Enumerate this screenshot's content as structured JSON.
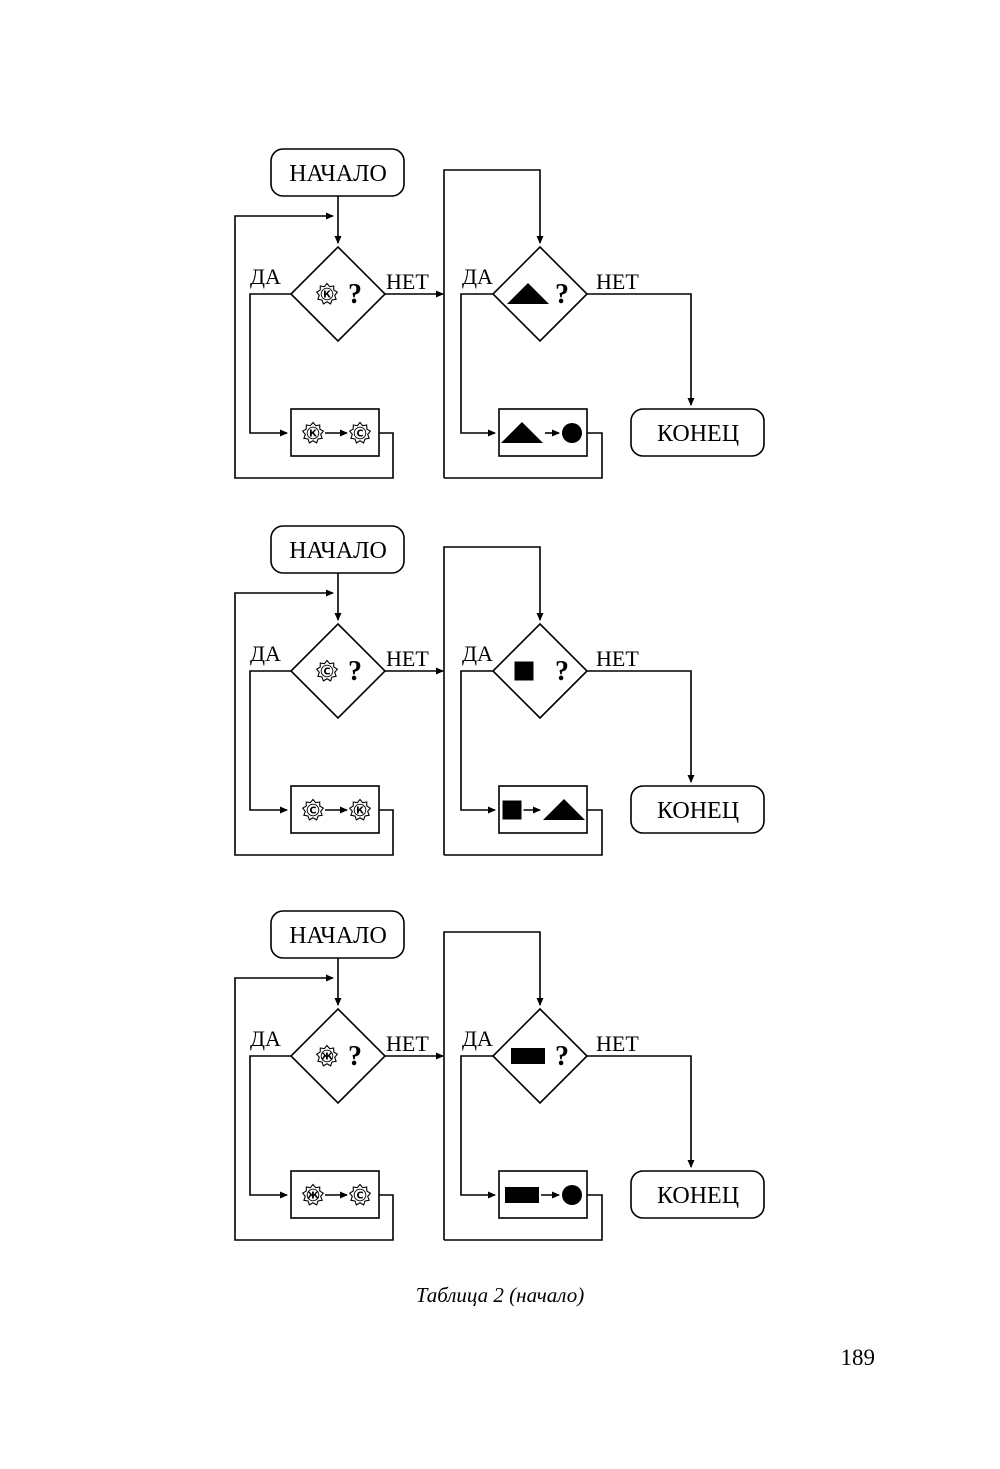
{
  "labels": {
    "start": "НАЧАЛО",
    "end": "КОНЕЦ",
    "yes": "ДА",
    "no": "НЕТ",
    "question": "?"
  },
  "flowcharts": [
    {
      "left_condition": {
        "shape": "star-badge",
        "letter": "К"
      },
      "left_action": {
        "from": {
          "shape": "star-badge",
          "letter": "К"
        },
        "to": {
          "shape": "star-badge",
          "letter": "С"
        }
      },
      "right_condition": {
        "shape": "triangle"
      },
      "right_action": {
        "from": {
          "shape": "triangle"
        },
        "to": {
          "shape": "circle"
        }
      }
    },
    {
      "left_condition": {
        "shape": "star-badge",
        "letter": "С"
      },
      "left_action": {
        "from": {
          "shape": "star-badge",
          "letter": "С"
        },
        "to": {
          "shape": "star-badge",
          "letter": "К"
        }
      },
      "right_condition": {
        "shape": "square"
      },
      "right_action": {
        "from": {
          "shape": "square"
        },
        "to": {
          "shape": "triangle"
        }
      }
    },
    {
      "left_condition": {
        "shape": "star-badge",
        "letter": "Ж"
      },
      "left_action": {
        "from": {
          "shape": "star-badge",
          "letter": "Ж"
        },
        "to": {
          "shape": "star-badge",
          "letter": "С"
        }
      },
      "right_condition": {
        "shape": "rectangle"
      },
      "right_action": {
        "from": {
          "shape": "rectangle"
        },
        "to": {
          "shape": "circle"
        }
      }
    }
  ],
  "caption": "Таблица 2 (начало)",
  "page_number": "189"
}
